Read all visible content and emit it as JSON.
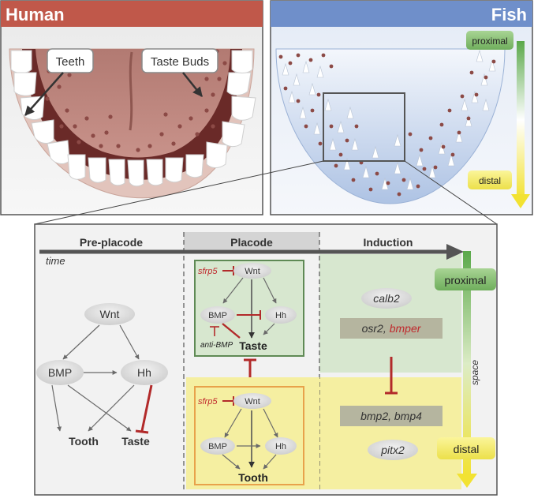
{
  "panels": {
    "human": {
      "title": "Human",
      "labels": {
        "teeth": "Teeth",
        "taste_buds": "Taste Buds"
      }
    },
    "fish": {
      "title": "Fish",
      "gradient": {
        "proximal": "proximal",
        "distal": "distal"
      }
    }
  },
  "timeline": {
    "axis_label": "time",
    "stages": [
      "Pre-placode",
      "Placode",
      "Induction"
    ],
    "space_label": "space",
    "space_proximal": "proximal",
    "space_distal": "distal"
  },
  "preplacode": {
    "wnt": "Wnt",
    "bmp": "BMP",
    "hh": "Hh",
    "tooth": "Tooth",
    "taste": "Taste"
  },
  "placode_taste": {
    "sfrp5": "sfrp5",
    "wnt": "Wnt",
    "bmp": "BMP",
    "hh": "Hh",
    "anti_bmp": "anti-BMP",
    "taste": "Taste"
  },
  "placode_tooth": {
    "sfrp5": "sfrp5",
    "wnt": "Wnt",
    "bmp": "BMP",
    "hh": "Hh",
    "tooth": "Tooth"
  },
  "induction": {
    "calb2": "calb2",
    "osr2": "osr2,",
    "bmper": "bmper",
    "bmp": "bmp2, bmp4",
    "pitx2": "pitx2"
  },
  "colors": {
    "human_header": "#c0584a",
    "fish_header": "#6f8fca",
    "green_zone": "#d7e7cf",
    "yellow_zone": "#f5efa1",
    "inhibit_red": "#b22a2a",
    "sfrp5_red": "#c0282c",
    "node_gray": "#dedede"
  }
}
